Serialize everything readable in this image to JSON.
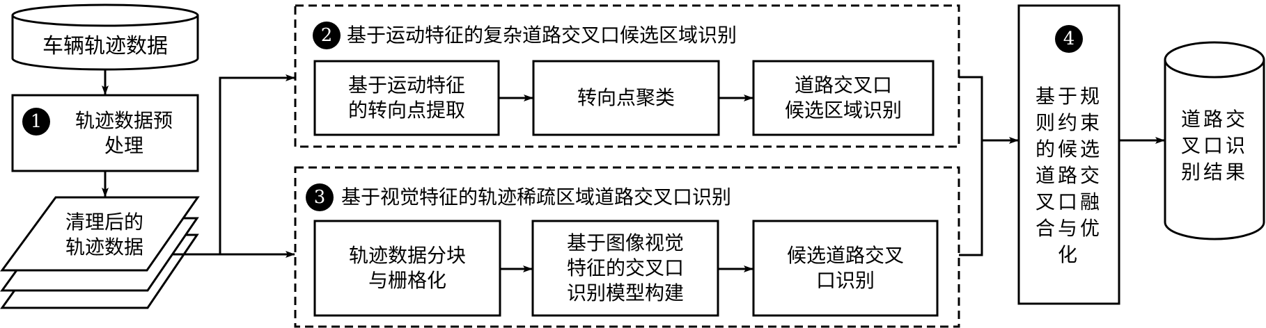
{
  "diagram": {
    "input_db": {
      "label": "车辆轨迹数据"
    },
    "step1": {
      "number": "1",
      "label_lines": [
        "轨迹数据预",
        "处理"
      ]
    },
    "cleaned_data": {
      "label_lines": [
        "清理后的",
        "轨迹数据"
      ]
    },
    "step2": {
      "number": "2",
      "title": "基于运动特征的复杂道路交叉口候选区域识别",
      "boxes": [
        {
          "lines": [
            "基于运动特征",
            "的转向点提取"
          ]
        },
        {
          "lines": [
            "转向点聚类"
          ]
        },
        {
          "lines": [
            "道路交叉口",
            "候选区域识别"
          ]
        }
      ]
    },
    "step3": {
      "number": "3",
      "title": "基于视觉特征的轨迹稀疏区域道路交叉口识别",
      "boxes": [
        {
          "lines": [
            "轨迹数据分块",
            "与栅格化"
          ]
        },
        {
          "lines": [
            "基于图像视觉",
            "特征的交叉口",
            "识别模型构建"
          ]
        },
        {
          "lines": [
            "候选道路交叉",
            "口识别"
          ]
        }
      ]
    },
    "step4": {
      "number": "4",
      "label_lines": [
        "基于规",
        "则约束",
        "的候选",
        "道路交",
        "叉口融",
        "合与优",
        "化"
      ]
    },
    "output_db": {
      "label_lines": [
        "道路交",
        "叉口识",
        "别结果"
      ]
    },
    "colors": {
      "stroke": "#000000",
      "background": "#ffffff",
      "badge": "#000000",
      "badge_text": "#ffffff"
    }
  }
}
